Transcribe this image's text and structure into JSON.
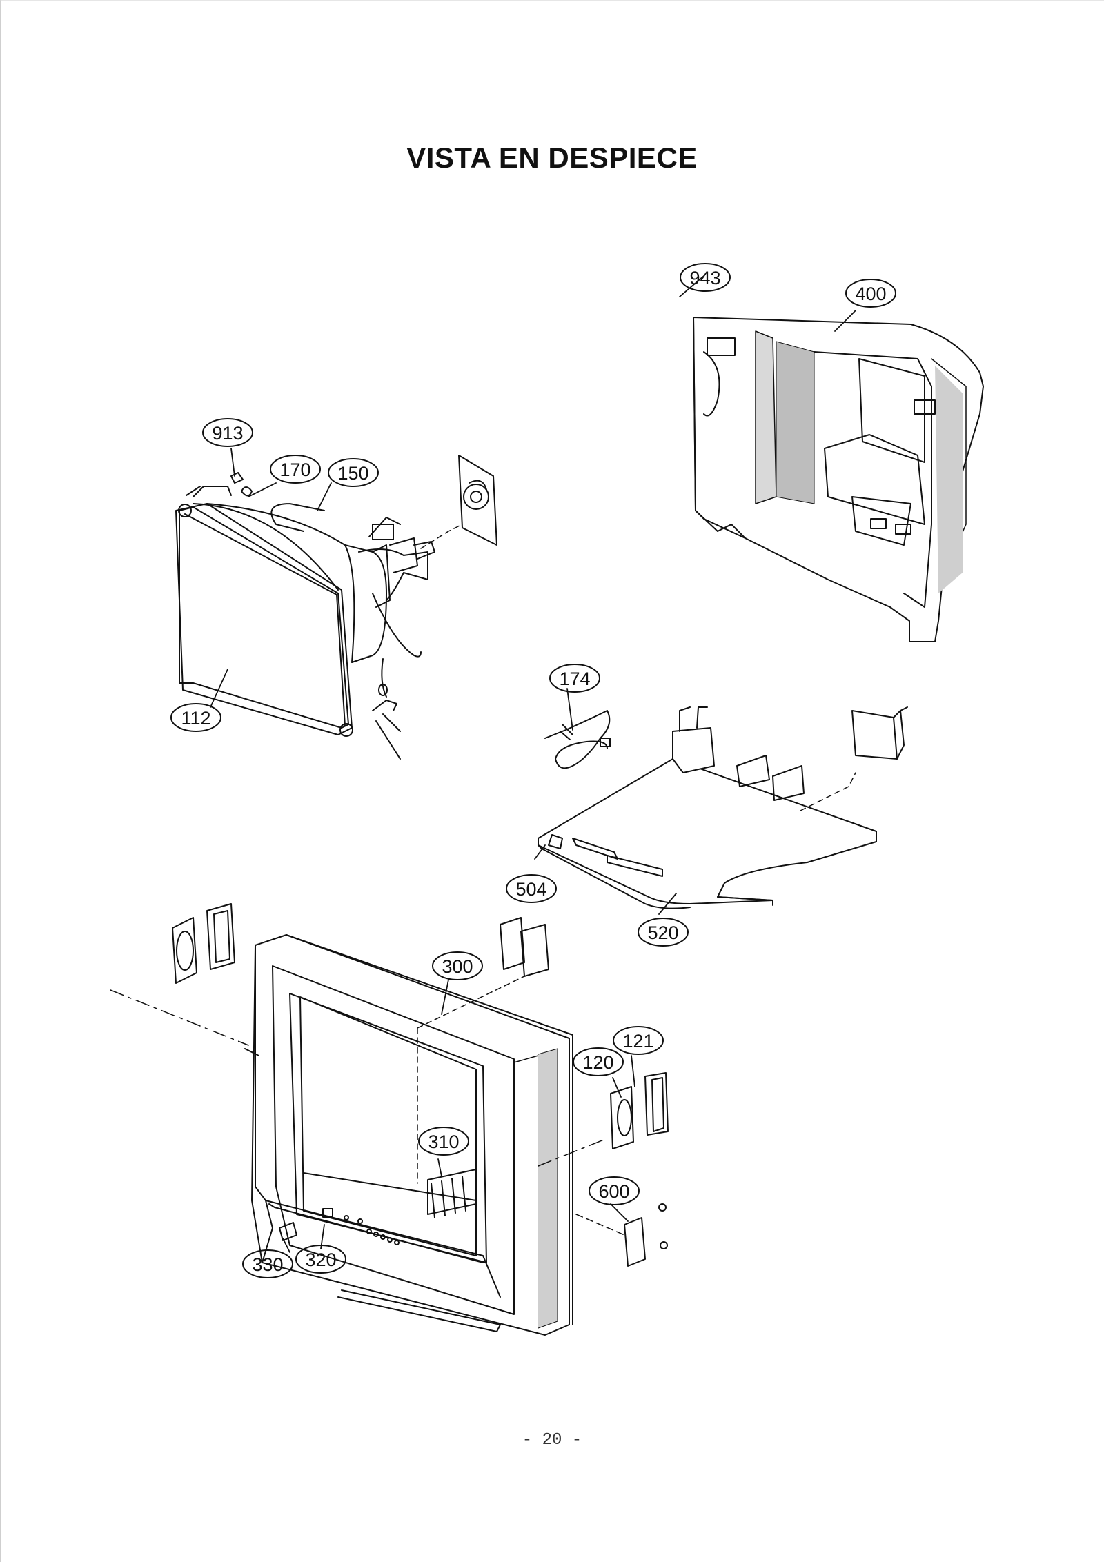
{
  "page": {
    "title": "VISTA EN DESPIECE",
    "page_number": "- 20 -"
  },
  "labels": {
    "p943": "943",
    "p400": "400",
    "p913": "913",
    "p170": "170",
    "p150": "150",
    "p112": "112",
    "p174": "174",
    "p504": "504",
    "p520": "520",
    "p300": "300",
    "p121": "121",
    "p120": "120",
    "p310": "310",
    "p600": "600",
    "p330": "330",
    "p320": "320"
  }
}
